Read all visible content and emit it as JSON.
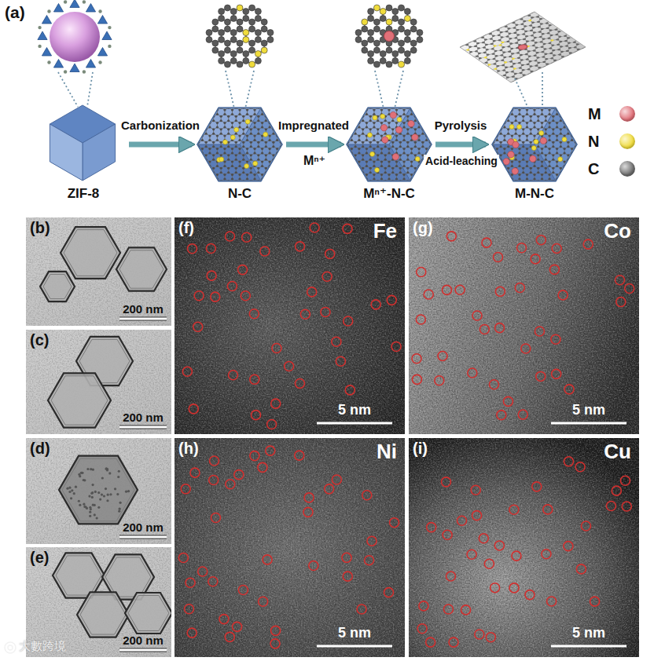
{
  "diagram": {
    "nodes": [
      {
        "text": [
          "ZIF-8"
        ]
      },
      {
        "text": [
          "N-C"
        ]
      },
      {
        "text": [
          "Mⁿ⁺-N-C"
        ]
      },
      {
        "text": [
          "M-N-C"
        ]
      },
      {
        "text": [
          "(b)",
          "200 nm"
        ]
      },
      {
        "text": [
          "(c)",
          "200 nm"
        ]
      },
      {
        "text": [
          "(d)",
          "200 nm"
        ]
      },
      {
        "text": [
          "(e)",
          "200 nm"
        ]
      },
      {
        "text": [
          "(f)",
          "Fe",
          "5 nm"
        ]
      },
      {
        "text": [
          "(g)",
          "Co",
          "5 nm"
        ]
      },
      {
        "text": [
          "(h)",
          "Ni",
          "5 nm"
        ]
      },
      {
        "text": [
          "(i)",
          "Cu",
          "5 nm"
        ]
      }
    ],
    "edges": [
      {
        "from": 0,
        "to": 1,
        "label": "Carbonization",
        "arrow": "to"
      },
      {
        "from": 1,
        "to": 2,
        "label": "Impregnated",
        "arrow": "to"
      },
      {
        "from": 2,
        "to": 3,
        "label": "Pyrolysis",
        "arrow": "to"
      }
    ],
    "labels": [
      "(a)",
      "Mⁿ⁺",
      "Acid-leaching",
      "大數跨境"
    ],
    "legend": [
      {
        "text": "M",
        "color": "#e07078"
      },
      {
        "text": "N",
        "color": "#f0dc3c"
      },
      {
        "text": "C",
        "color": "#6e6e6e"
      }
    ]
  }
}
